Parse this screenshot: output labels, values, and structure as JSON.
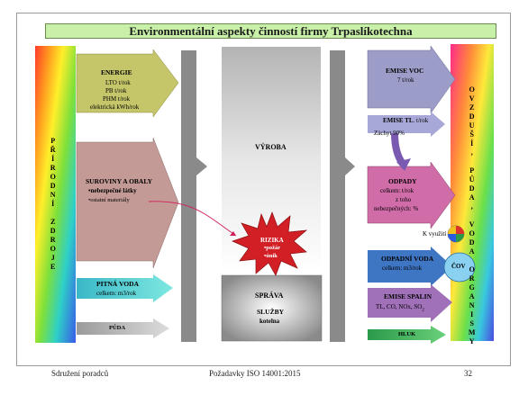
{
  "title": "Environmentální aspekty činností firmy Trpaslíkotechna",
  "left_band": "PŘÍRODNÍ ZDROJE",
  "right_band": "OVZDUŠÍ, PŮDA, VODA ORGANISMY",
  "inputs": {
    "energie": {
      "heading": "ENERGIE",
      "lines": [
        "LTO  t/rok",
        "PB t/rok",
        "PHM t/rok",
        "elektrická  kWh/rok"
      ]
    },
    "suroviny": {
      "heading": "SUROVINY A OBALY",
      "line1": "•nebezpečné látky",
      "line2": "•ostatní materiály"
    },
    "pitna_voda": {
      "heading": "PITNÁ VODA",
      "line1": "celkem: m3/rok"
    },
    "puda": "PŮDA"
  },
  "center": {
    "vyroba": "VÝROBA",
    "rizika": {
      "heading": "RIZIKA",
      "line1": "•požár",
      "line2": "•únik"
    },
    "sprava": "SPRÁVA",
    "sluzby": {
      "line1": "SLUŽBY",
      "line2": "kotelna"
    }
  },
  "outputs": {
    "emise_voc": {
      "heading": "EMISE VOC",
      "line1": "7 t/rok"
    },
    "emise_tl": {
      "heading": "EMISE TL",
      "unit": ". t/rok",
      "line1": "Záchyt 90%"
    },
    "odpady": {
      "heading": "ODPADY",
      "line1": "celkem: t/rok",
      "line2": "z toho",
      "line3": "nebezpečných: %"
    },
    "k_vyuziti": "K využití",
    "odpadni_voda": {
      "heading": "ODPADNÍ VODA",
      "line1": "celkem: m3/rok"
    },
    "cov": "ČOV",
    "emise_spalin": {
      "heading": "EMISE SPALIN",
      "line1": "TL, CO, NOx, SO",
      "sub": "2"
    },
    "hluk": "HLUK"
  },
  "footer": {
    "left": "Sdružení poradců",
    "center": "Požadavky ISO 14001:2015",
    "page": "32"
  },
  "colors": {
    "title_bg": "#c8f0a8",
    "energie": "#c5c56a",
    "suroviny": "#c39a96",
    "pitna_voda": "#4fd0d0",
    "emise": "#9c9cc8",
    "odpady": "#d06ca8",
    "odpadni_voda": "#3f76c4",
    "emise_spalin": "#a070b8",
    "hluk": "#40b060",
    "rizika": "#d21f26"
  }
}
